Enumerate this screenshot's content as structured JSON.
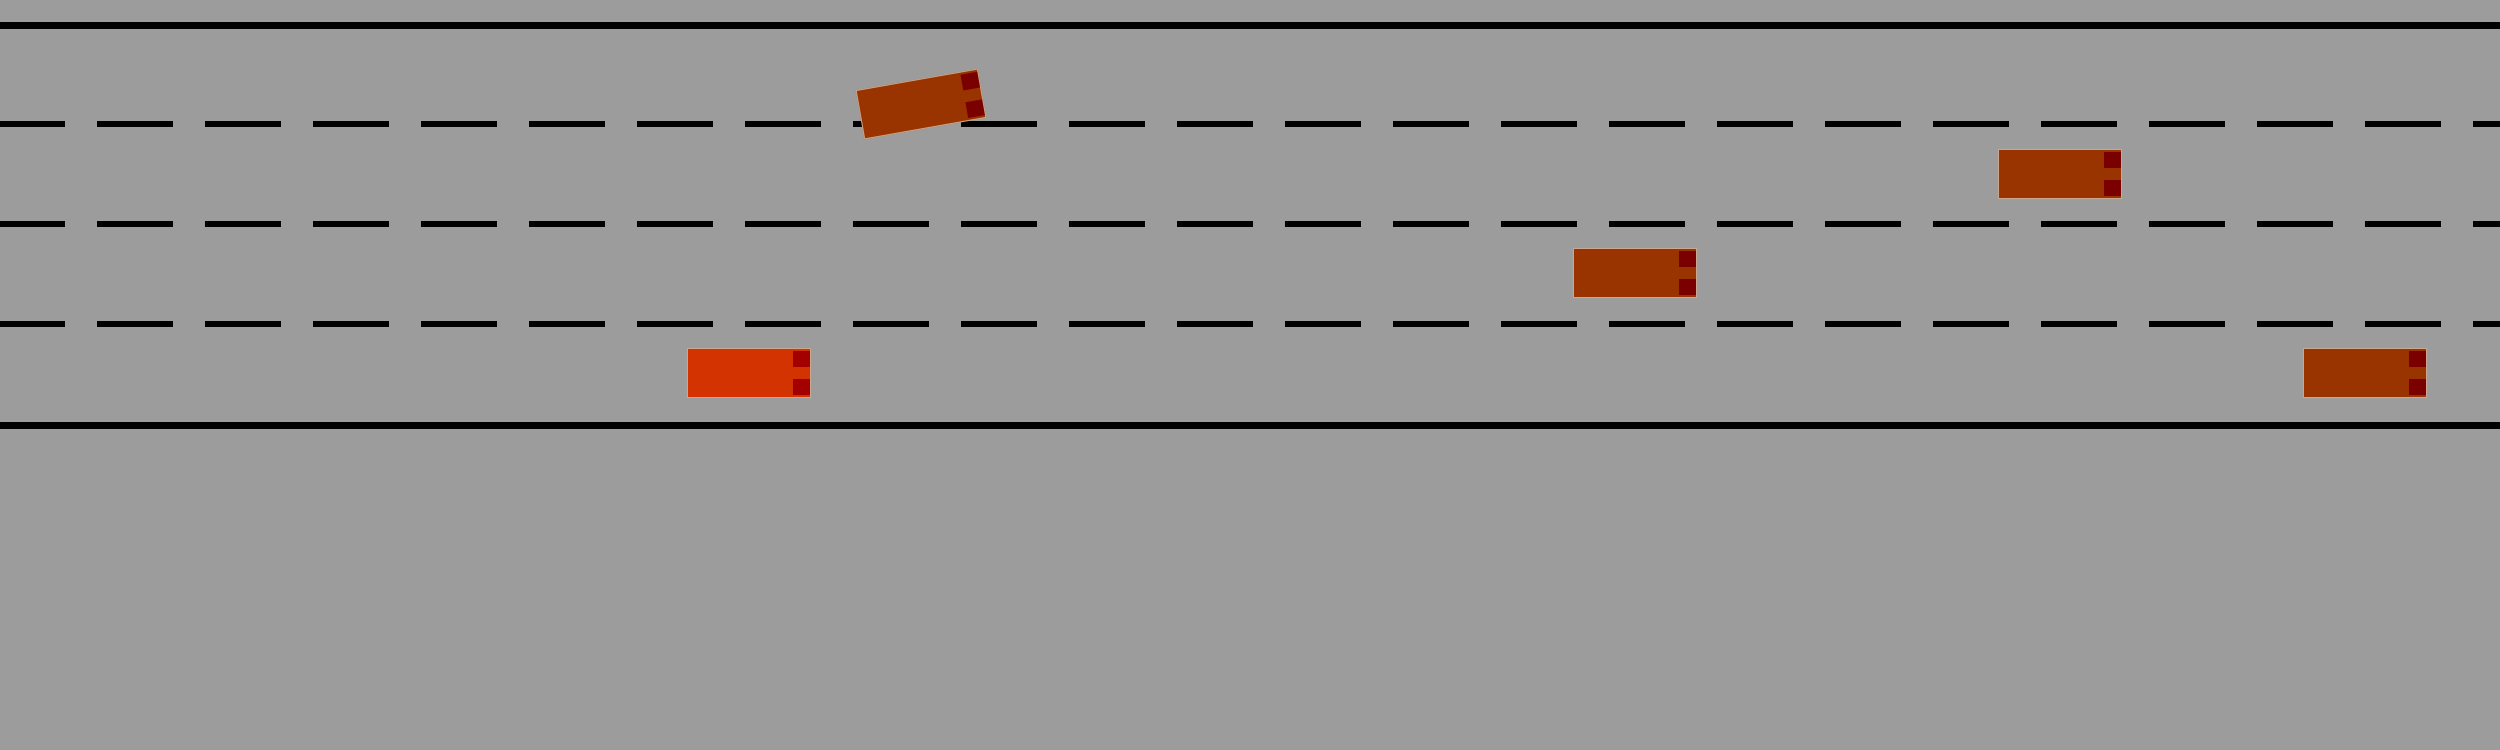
{
  "scene": {
    "type": "highway-lane-simulation",
    "lanes": 4,
    "colors": {
      "road": "#9c9c9c",
      "lines": "#000000",
      "ego_vehicle": "#d23300",
      "other_vehicle": "#993300",
      "tail_light": "#7a0000"
    }
  },
  "vehicles": [
    {
      "id": "ego",
      "role": "controlled",
      "lane": 4,
      "heading": "east"
    },
    {
      "id": "car-1",
      "role": "traffic",
      "lane": 1,
      "heading": "east",
      "status": "changing-lane"
    },
    {
      "id": "car-2",
      "role": "traffic",
      "lane": 2,
      "heading": "east"
    },
    {
      "id": "car-3",
      "role": "traffic",
      "lane": 3,
      "heading": "east"
    },
    {
      "id": "car-4",
      "role": "traffic",
      "lane": 4,
      "heading": "east"
    }
  ]
}
